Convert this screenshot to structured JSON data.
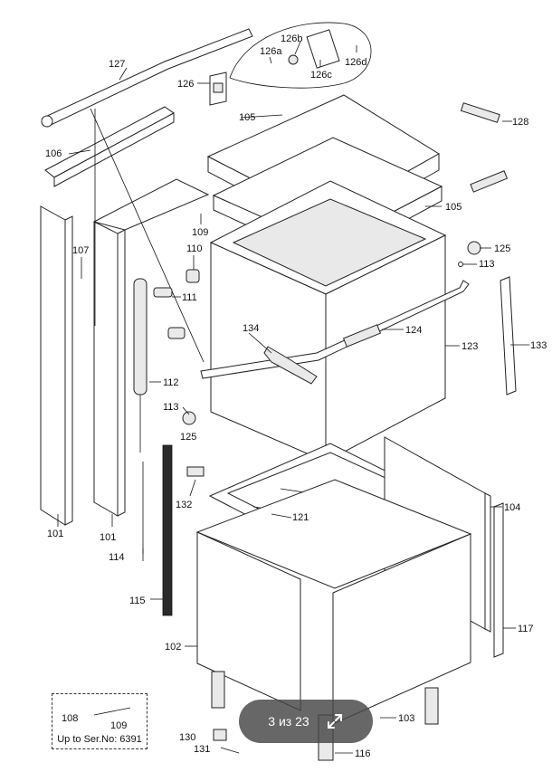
{
  "diagram": {
    "callouts": [
      {
        "id": "126b",
        "text": "126b"
      },
      {
        "id": "126a",
        "text": "126a"
      },
      {
        "id": "126c",
        "text": "126c"
      },
      {
        "id": "126d",
        "text": "126d"
      },
      {
        "id": "127",
        "text": "127"
      },
      {
        "id": "126",
        "text": "126"
      },
      {
        "id": "105a",
        "text": "105"
      },
      {
        "id": "128",
        "text": "128"
      },
      {
        "id": "106",
        "text": "106"
      },
      {
        "id": "105b",
        "text": "105"
      },
      {
        "id": "109",
        "text": "109"
      },
      {
        "id": "107",
        "text": "107"
      },
      {
        "id": "110",
        "text": "110"
      },
      {
        "id": "125a",
        "text": "125"
      },
      {
        "id": "113a",
        "text": "113"
      },
      {
        "id": "111",
        "text": "111"
      },
      {
        "id": "133",
        "text": "133"
      },
      {
        "id": "134",
        "text": "134"
      },
      {
        "id": "124",
        "text": "124"
      },
      {
        "id": "123",
        "text": "123"
      },
      {
        "id": "112",
        "text": "112"
      },
      {
        "id": "113b",
        "text": "113"
      },
      {
        "id": "125b",
        "text": "125"
      },
      {
        "id": "132",
        "text": "132"
      },
      {
        "id": "104",
        "text": "104"
      },
      {
        "id": "121",
        "text": "121"
      },
      {
        "id": "101a",
        "text": "101"
      },
      {
        "id": "101b",
        "text": "101"
      },
      {
        "id": "114",
        "text": "114"
      },
      {
        "id": "115",
        "text": "115"
      },
      {
        "id": "117",
        "text": "117"
      },
      {
        "id": "102",
        "text": "102"
      },
      {
        "id": "108",
        "text": "108"
      },
      {
        "id": "109b",
        "text": "109"
      },
      {
        "id": "103",
        "text": "103"
      },
      {
        "id": "130",
        "text": "130"
      },
      {
        "id": "131",
        "text": "131"
      },
      {
        "id": "116",
        "text": "116"
      }
    ],
    "note": "Up to Ser.No: 6391"
  },
  "viewer": {
    "page_indicator": "3 из 23",
    "expand_icon": "expand-icon",
    "pill_color": "#464646"
  }
}
